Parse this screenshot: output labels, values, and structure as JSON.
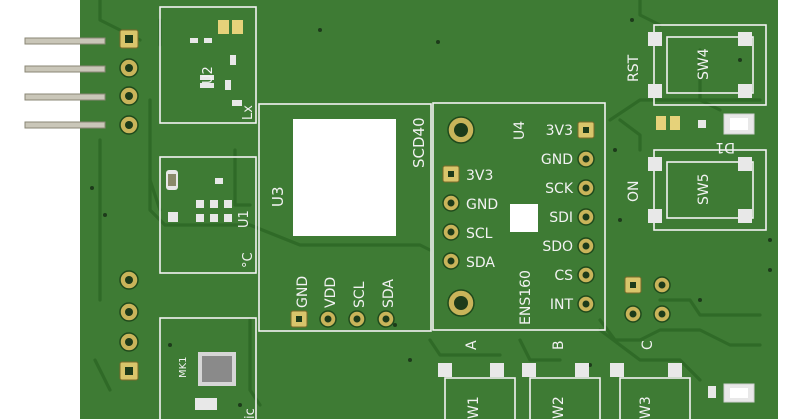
{
  "pcb": {
    "board_color": "#3e7b34",
    "silkscreen_color": "#f2f2f2",
    "pad_color": "#c9b45a",
    "components": {
      "u2": {
        "ref": "U2",
        "sub": "Lx"
      },
      "u1": {
        "ref": "U1",
        "sub": "°C"
      },
      "u3": {
        "ref": "U3",
        "name": "SCD40",
        "pins": [
          "GND",
          "VDD",
          "SCL",
          "SDA"
        ]
      },
      "u4_left": {
        "pins": [
          "3V3",
          "GND",
          "SCL",
          "SDA"
        ]
      },
      "u4": {
        "ref": "U4",
        "name": "ENS160",
        "pins": [
          "3V3",
          "GND",
          "SCK",
          "SDI",
          "SDO",
          "CS",
          "INT"
        ]
      },
      "sw4": {
        "ref": "SW4",
        "label": "RST"
      },
      "sw5": {
        "ref": "SW5",
        "label": "ON"
      },
      "d1": {
        "ref": "D1"
      },
      "mk1": {
        "ref": "MK1",
        "sub": "ic"
      },
      "sw1": {
        "ref": "W1",
        "label": "A"
      },
      "sw2": {
        "ref": "W2",
        "label": "B"
      },
      "sw3": {
        "ref": "W3",
        "label": "C"
      }
    }
  }
}
